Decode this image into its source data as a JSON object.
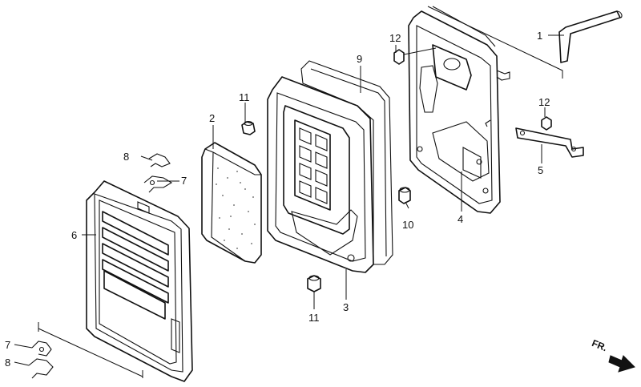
{
  "callouts": [
    {
      "id": "c1",
      "text": "1"
    },
    {
      "id": "c2",
      "text": "2"
    },
    {
      "id": "c3",
      "text": "3"
    },
    {
      "id": "c4",
      "text": "4"
    },
    {
      "id": "c5",
      "text": "5"
    },
    {
      "id": "c6",
      "text": "6"
    },
    {
      "id": "c7a",
      "text": "7"
    },
    {
      "id": "c7b",
      "text": "7"
    },
    {
      "id": "c8a",
      "text": "8"
    },
    {
      "id": "c8b",
      "text": "8"
    },
    {
      "id": "c9",
      "text": "9"
    },
    {
      "id": "c10",
      "text": "10"
    },
    {
      "id": "c11a",
      "text": "11"
    },
    {
      "id": "c11b",
      "text": "11"
    },
    {
      "id": "c12a",
      "text": "12"
    },
    {
      "id": "c12b",
      "text": "12"
    }
  ],
  "direction": {
    "text": "FR.",
    "icon": "arrow-right-icon"
  }
}
